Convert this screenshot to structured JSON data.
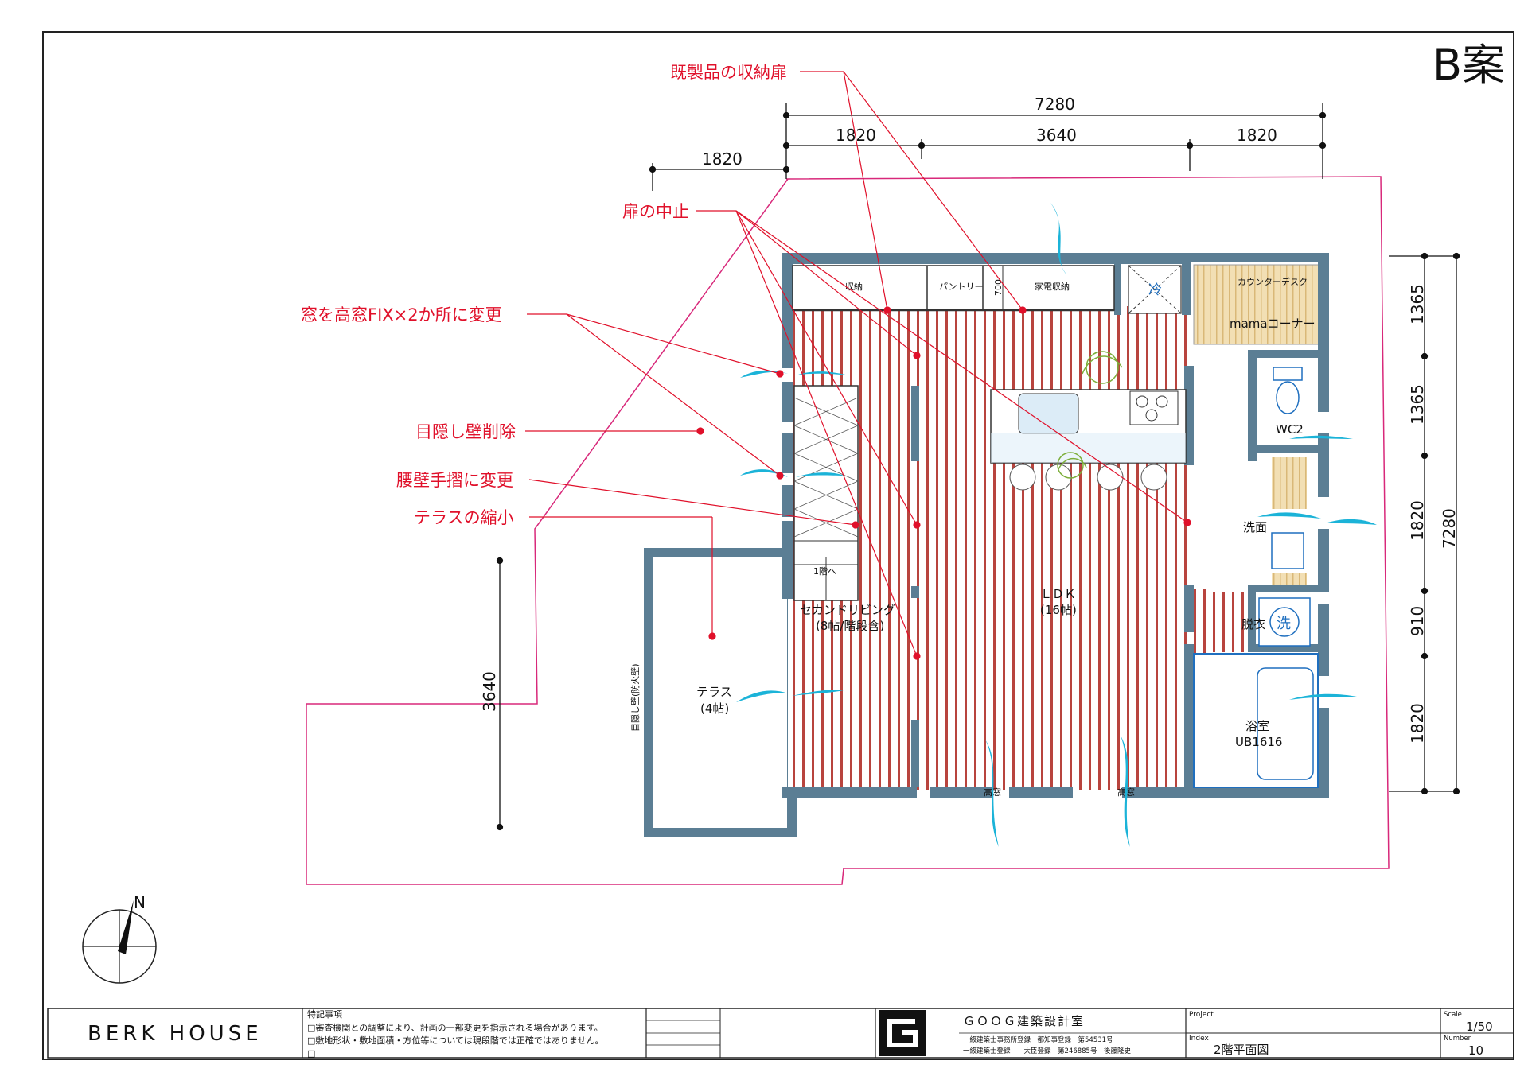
{
  "plan_option": "B案",
  "annotations": [
    "既製品の収納扉",
    "扉の中止",
    "窓を高窓FIX×2か所に変更",
    "目隠し壁削除",
    "腰壁手摺に変更",
    "テラスの縮小"
  ],
  "dimensions": {
    "top_total": "7280",
    "top_left": "1820",
    "top_mid": "3640",
    "top_right": "1820",
    "top_offset": "1820",
    "right_1": "1365",
    "right_2": "1365",
    "right_3": "1820",
    "right_4": "910",
    "right_5": "1820",
    "right_total": "7280",
    "left_terrace": "3640",
    "storage_depth": "700"
  },
  "rooms": {
    "storage": "収納",
    "pantry": "パントリー",
    "appliance_storage": "家電収納",
    "fridge": "冷",
    "counter_desk": "カウンターデスク",
    "mama_corner": "mamaコーナー",
    "wc": "WC2",
    "washroom": "洗面",
    "dressing": "脱衣",
    "washer": "洗",
    "bath_line1": "浴室",
    "bath_line2": "UB1616",
    "ldk_line1": "ＬＤＫ",
    "ldk_line2": "(16帖)",
    "second_living_line1": "セカンドリビング",
    "second_living_line2": "(8帖/階段含)",
    "terrace_line1": "テラス",
    "terrace_line2": "(4帖)",
    "screen_wall": "目隠し壁(防火壁)",
    "stair_down": "1階へ",
    "high_window_1": "高窓",
    "high_window_2": "高窓",
    "north": "N"
  },
  "title_block": {
    "project_name": "BERK HOUSE",
    "notes_title": "特記事項",
    "note_1": "□審査機関との調整により、計画の一部変更を指示される場合があります。",
    "note_2": "□敷地形状・敷地面積・方位等については現段階では正確ではありません。",
    "note_3": "□",
    "firm_name": "ＧＯＯＧ建築設計室",
    "registration_1": "一級建築士事務所登録　都知事登録　第54531号",
    "registration_2": "一級建築士登録　　大臣登録　第246885号　後藤隆史",
    "project_label": "Project",
    "index_label": "Index",
    "index_value": "2階平面図",
    "scale_label": "Scale",
    "scale_value": "1/50",
    "number_label": "Number",
    "number_value": "10"
  },
  "colors": {
    "wall": "#5b7e94",
    "annotation": "#e0102a",
    "floor_stripe": "#b8443e",
    "window_blue": "#1bb3d8",
    "site_line": "#d8287a"
  }
}
